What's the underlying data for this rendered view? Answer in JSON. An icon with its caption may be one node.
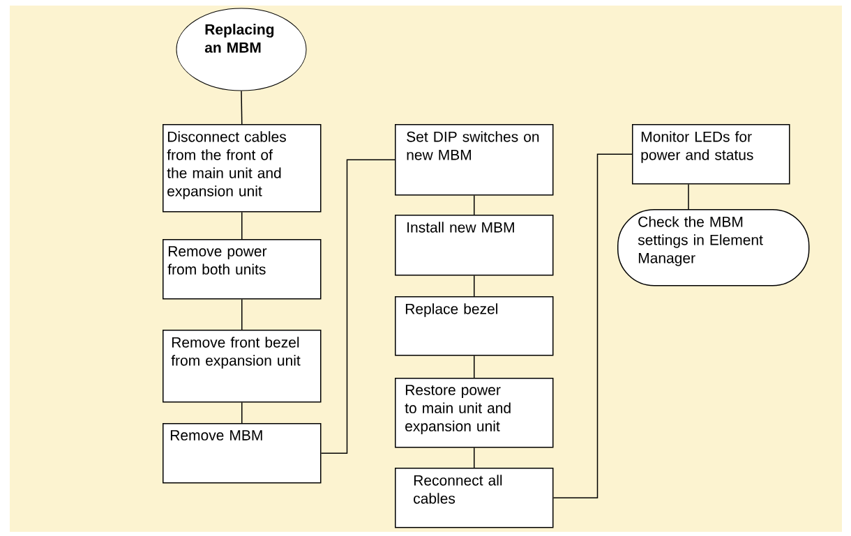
{
  "diagram": {
    "nodes": [
      {
        "text": [
          "Replacing an MBM"
        ]
      },
      {
        "text": [
          "Disconnect cables from the front of the main unit and expansion unit"
        ]
      },
      {
        "text": [
          "Remove power from both units"
        ]
      },
      {
        "text": [
          "Remove front bezel from expansion unit"
        ]
      },
      {
        "text": [
          "Remove MBM"
        ]
      },
      {
        "text": [
          "Set DIP switches on new MBM"
        ]
      },
      {
        "text": [
          "Install new MBM"
        ]
      },
      {
        "text": [
          "Replace bezel"
        ]
      },
      {
        "text": [
          "Restore power to main unit and expansion unit"
        ]
      },
      {
        "text": [
          "Reconnect all cables"
        ]
      },
      {
        "text": [
          "Monitor LEDs for power and status"
        ]
      },
      {
        "text": [
          "Check the MBM settings in Element Manager"
        ]
      }
    ],
    "edges": [
      {
        "from": 0,
        "to": 1,
        "arrow": "none"
      },
      {
        "from": 1,
        "to": 2,
        "arrow": "none"
      },
      {
        "from": 2,
        "to": 3,
        "arrow": "none"
      },
      {
        "from": 3,
        "to": 4,
        "arrow": "none"
      },
      {
        "from": 4,
        "to": 5,
        "arrow": "none"
      },
      {
        "from": 5,
        "to": 6,
        "arrow": "none"
      },
      {
        "from": 6,
        "to": 7,
        "arrow": "none"
      },
      {
        "from": 7,
        "to": 8,
        "arrow": "none"
      },
      {
        "from": 8,
        "to": 9,
        "arrow": "none"
      },
      {
        "from": 9,
        "to": 10,
        "arrow": "none"
      },
      {
        "from": 10,
        "to": 11,
        "arrow": "none"
      }
    ]
  }
}
